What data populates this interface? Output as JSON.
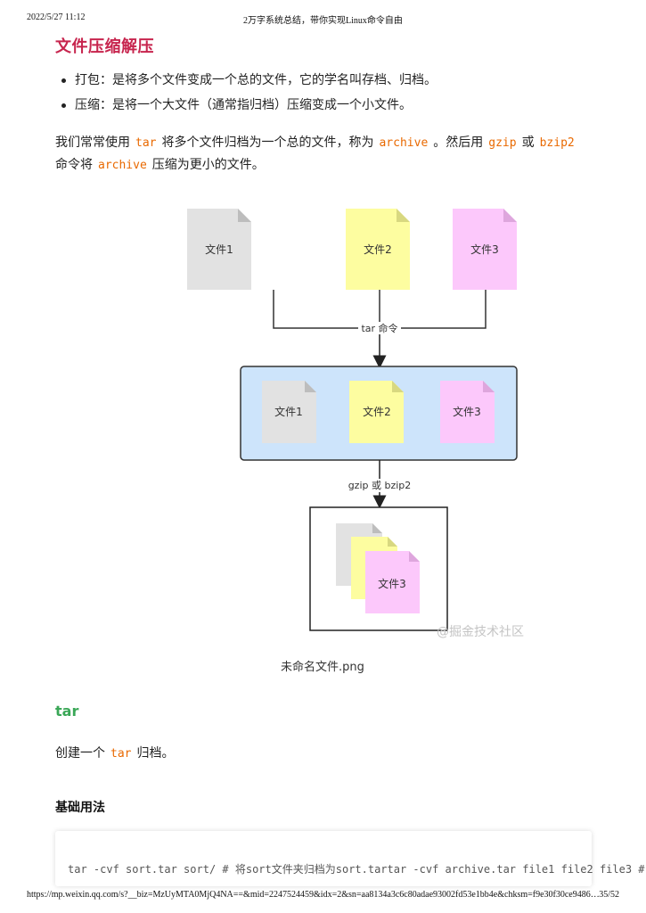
{
  "header": {
    "datetime": "2022/5/27 11:12",
    "doc_title": "2万字系统总结，带你实现Linux命令自由"
  },
  "section": {
    "title": "文件压缩解压",
    "bullets": [
      "打包：是将多个文件变成一个总的文件，它的学名叫存档、归档。",
      "压缩：是将一个大文件（通常指归档）压缩变成一个小文件。"
    ],
    "para": {
      "t1": "我们常常使用",
      "c1": "tar",
      "t2": "将多个文件归档为一个总的文件，称为",
      "c2": "archive",
      "t3": "。然后用",
      "c3": "gzip",
      "t4": "或",
      "c4": "bzip2",
      "t5": "命令将",
      "c5": "archive",
      "t6": "压缩为更小的文件。"
    }
  },
  "diagram": {
    "file1": "文件1",
    "file2": "文件2",
    "file3": "文件3",
    "tar_label": "tar 命令",
    "gzip_label": "gzip 或 bzip2",
    "watermark": "@掘金技术社区",
    "colors": {
      "gray": "#e2e2e2",
      "yellow": "#fdfda0",
      "pink": "#fcc8fb",
      "archive_bg": "#cde4fb"
    }
  },
  "caption": "未命名文件.png",
  "tar_section": {
    "title": "tar",
    "desc_t1": "创建一个",
    "desc_code": "tar",
    "desc_t2": "归档。",
    "basic_title": "基础用法",
    "code_line": "tar -cvf sort.tar sort/ # 将sort文件夹归档为sort.tartar -cvf archive.tar file1 file2 file3 #"
  },
  "footer": {
    "url": "https://mp.weixin.qq.com/s?__biz=MzUyMTA0MjQ4NA==&mid=2247524459&idx=2&sn=aa8134a3c6c80adae93002fd53e1bb4e&chksm=f9e30f30ce9486…",
    "page": "35/52"
  }
}
